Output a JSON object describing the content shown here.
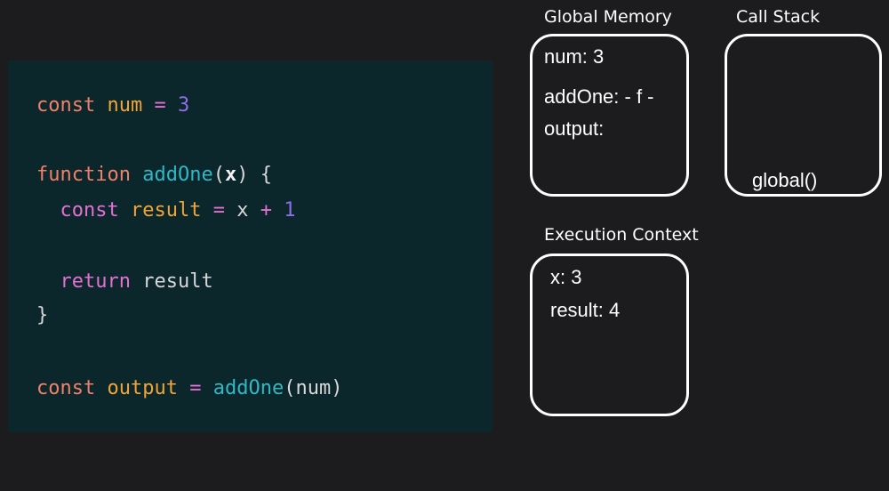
{
  "code": {
    "line1": {
      "kw": "const",
      "name": "num",
      "eq": "=",
      "value": "3"
    },
    "line2": {
      "kw": "function",
      "name": "addOne",
      "open": "(",
      "param": "x",
      "close": ")",
      "brace": "{"
    },
    "line3": {
      "kw": "const",
      "name": "result",
      "eq": "=",
      "x": "x",
      "plus": "+",
      "value": "1"
    },
    "line4": {
      "kw": "return",
      "name": "result"
    },
    "line5": {
      "brace": "}"
    },
    "line6": {
      "kw": "const",
      "name": "output",
      "eq": "=",
      "fn": "addOne",
      "open": "(",
      "arg": "num",
      "close": ")"
    }
  },
  "global_memory": {
    "label": "Global Memory",
    "items": [
      "num: 3",
      "addOne: - f -",
      "output:"
    ]
  },
  "call_stack": {
    "label": "Call Stack",
    "items": [
      "global()"
    ]
  },
  "execution_context": {
    "label": "Execution Context",
    "items": [
      "x: 3",
      "result: 4"
    ]
  },
  "colors": {
    "background": "#1c1b1d",
    "code_background": "#0b272b",
    "keyword": "#f0806a",
    "variable": "#f0a535",
    "number": "#8f6de8",
    "function": "#2fb8c5",
    "return_keyword": "#e56fd2"
  }
}
